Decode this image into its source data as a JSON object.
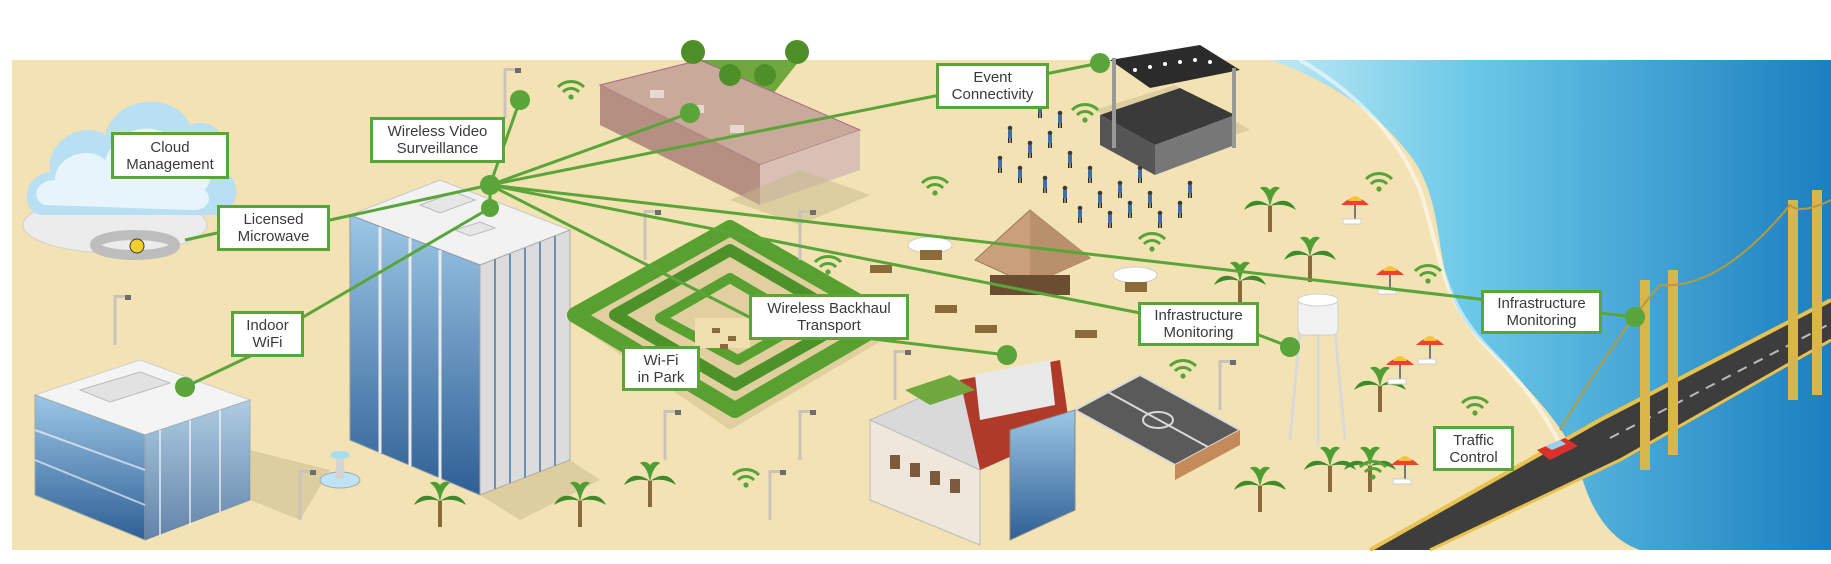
{
  "labels": {
    "cloud_management": [
      "Cloud",
      "Management"
    ],
    "licensed_microwave": [
      "Licensed",
      "Microwave"
    ],
    "wireless_video_surveillance": [
      "Wireless Video",
      "Surveillance"
    ],
    "event_connectivity": [
      "Event",
      "Connectivity"
    ],
    "indoor_wifi": [
      "Indoor",
      "WiFi"
    ],
    "wireless_backhaul_transport": [
      "Wireless Backhaul",
      "Transport"
    ],
    "wifi_in_park": [
      "Wi-Fi",
      "in Park"
    ],
    "infrastructure_monitoring_1": [
      "Infrastructure",
      "Monitoring"
    ],
    "infrastructure_monitoring_2": [
      "Infrastructure",
      "Monitoring"
    ],
    "traffic_control": [
      "Traffic",
      "Control"
    ]
  },
  "colors": {
    "link_green": "#5aa53a",
    "sand": "#f3e2b4",
    "grass": "#5f9e32",
    "sea_light": "#7fd0ea",
    "sea_dark": "#1f88c4",
    "bridge": "#d9b64a"
  },
  "icons": [
    "cloud-icon",
    "wifi-icon",
    "office-tower-icon",
    "low-building-icon",
    "hedge-maze-icon",
    "stage-icon",
    "pavilion-icon",
    "water-tower-icon",
    "basketball-court-icon",
    "palm-tree-icon",
    "umbrella-icon",
    "street-lamp-icon",
    "bridge-icon",
    "car-icon",
    "fountain-icon",
    "crowd-icon"
  ]
}
